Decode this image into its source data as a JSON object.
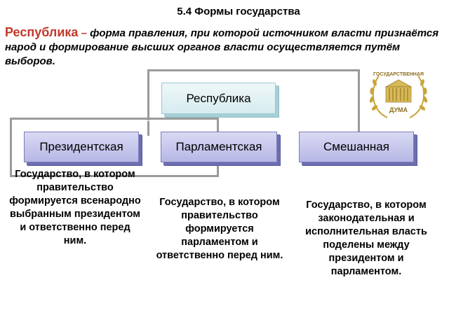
{
  "slide": {
    "title": "5.4 Формы государства",
    "definition": {
      "term": "Республика",
      "dash": " – ",
      "text": "форма правления, при которой источником власти признаётся народ и формирование высших органов власти осуществляется путём выборов."
    }
  },
  "diagram": {
    "root": {
      "label": "Республика"
    },
    "children": [
      {
        "label": "Президентская",
        "description": "Государство, в котором правительство формируется всенародно выбранным президентом и ответственно перед ним."
      },
      {
        "label": "Парламентская",
        "description": "Государство, в котором правительство формируется парламентом и ответственно перед ним."
      },
      {
        "label": "Смешанная",
        "description": "Государство, в котором законодательная и исполнительная власть поделены между президентом и парламентом."
      }
    ]
  },
  "emblem": {
    "top_text": "ГОСУДАРСТВЕННАЯ",
    "bottom_text": "ДУМА",
    "colors": {
      "gold": "#c9a43a",
      "dark_gold": "#8a6d1e"
    }
  },
  "colors": {
    "term": "#c0392b",
    "connector": "#9a9a9a",
    "box_fill_top": "#d9d9f4",
    "box_fill_bottom": "#b7b7e6",
    "box_shadow": "#6d6db0",
    "root_fill": "#eef7f8"
  }
}
